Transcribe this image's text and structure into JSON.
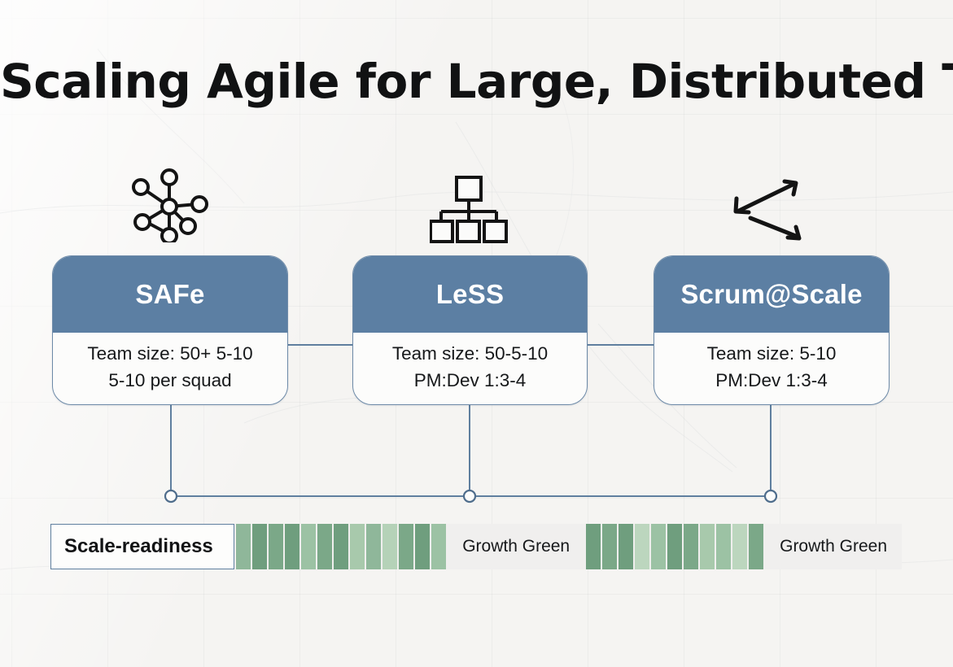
{
  "page": {
    "title": "Scaling Agile for Large, Distributed Teams",
    "background_color": "#f5f4f2"
  },
  "theme": {
    "header_blue": "#5c7fa3",
    "card_border": "#6d8aa8",
    "card_body_bg": "#fcfcfb",
    "connector_color": "#5a7governing",
    "wire_color": "#5f7f9f",
    "text_dark": "#16181a",
    "green_dark": "#6f9e7e",
    "green_mid": "#93bb9c",
    "green_light": "#b3d1b5"
  },
  "cards": [
    {
      "id": "safe",
      "icon": "network-nodes-icon",
      "title": "SAFe",
      "lines": [
        "Team size: 50+ 5-10",
        "5-10 per squad"
      ]
    },
    {
      "id": "less",
      "icon": "hierarchy-tree-icon",
      "title": "LeSS",
      "lines": [
        "Team size: 50-5-10",
        "PM:Dev 1:3-4"
      ]
    },
    {
      "id": "scrum-at-scale",
      "icon": "scale-arrows-icon",
      "title": "Scrum@Scale",
      "lines": [
        "Team size: 5-10",
        "PM:Dev 1:3-4"
      ]
    }
  ],
  "legend": {
    "label": "Scale-readiness",
    "group_one_caption": "Growth Green",
    "group_two_caption": "Growth Green",
    "group_one_colors": [
      "#8fb79a",
      "#6f9e7e",
      "#7ba888",
      "#6f9e7e",
      "#9cc2a4",
      "#7ba888",
      "#6f9e7e",
      "#a8c9ac",
      "#8fb79a",
      "#b5d2b8",
      "#7ba888",
      "#6f9e7e",
      "#9cc2a4"
    ],
    "group_two_colors": [
      "#6f9e7e",
      "#7ba888",
      "#6f9e7e",
      "#bcd6be",
      "#9cc2a4",
      "#6f9e7e",
      "#7ba888",
      "#a8c9ac",
      "#9cc2a4",
      "#bcd6be",
      "#7ba888"
    ]
  }
}
